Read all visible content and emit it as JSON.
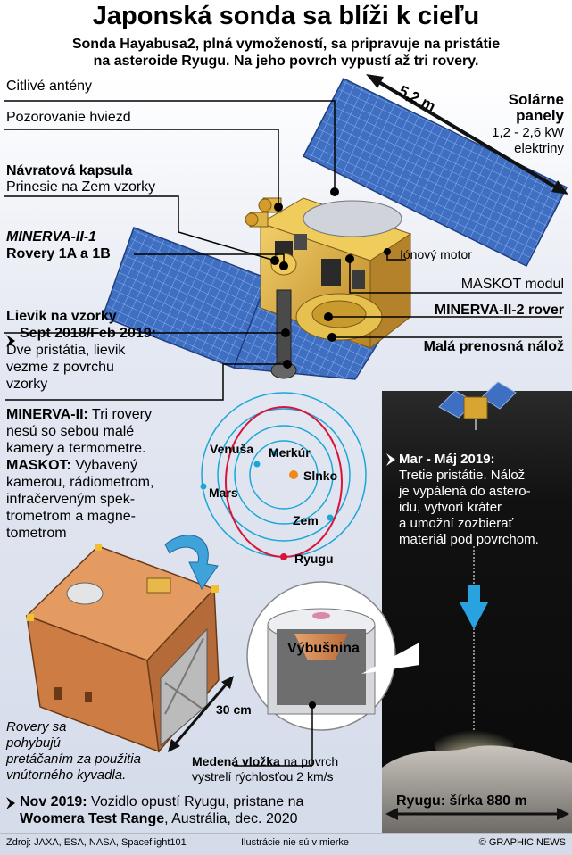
{
  "header": {
    "title": "Japonská sonda sa blíži k cieľu",
    "subtitle_line1": "Sonda Hayabusa2, plná vymožeností, sa pripravuje na pristátie",
    "subtitle_line2": "na asteroide Ryugu. Na jeho povrch vypustí až tri rovery."
  },
  "labels": {
    "antennas": "Citlivé antény",
    "star_tracking": "Pozorovanie hviezd",
    "return_capsule_title": "Návratová kapsula",
    "return_capsule_desc": "Prinesie na Zem vzorky",
    "minerva1_title": "MINERVA-II-1",
    "minerva1_desc": "Rovery 1A a 1B",
    "sampler_title": "Lievik na vzorky",
    "sampler_date": "Sept 2018/Feb 2019:",
    "sampler_line1": "Dve pristátia, lievik",
    "sampler_line2": "vezme z povrchu",
    "sampler_line3": "vzorky",
    "span": "5,2 m",
    "solar_title_line1": "Solárne",
    "solar_title_line2": "panely",
    "solar_power_line1": "1,2 - 2,6 kW",
    "solar_power_line2": "elektriny",
    "ion_engine": "Iónový motor",
    "mascot_module": "MASKOT modul",
    "minerva2_rover": "MINERVA-II-2 rover",
    "small_impactor": "Malá prenosná nálož"
  },
  "info": {
    "minerva_title": "MINERVA-II:",
    "minerva_line1": " Tri rovery",
    "minerva_line2": "nesú so sebou malé",
    "minerva_line3": "kamery a termometre.",
    "mascot_title": "MASKOT:",
    "mascot_line1": " Vybavený",
    "mascot_line2": "kamerou, rádiometrom,",
    "mascot_line3": "infračerveným spek-",
    "mascot_line4": "trometrom a magne-",
    "mascot_line5": "tometrom"
  },
  "orbit": {
    "venus": "Venuša",
    "mercury": "Merkúr",
    "sun": "Slnko",
    "mars": "Mars",
    "earth": "Zem",
    "ryugu": "Ryugu"
  },
  "impact": {
    "date": "Mar - Máj 2019:",
    "line1": "Tretie pristátie. Nálož",
    "line2": "je vypálená do astero-",
    "line3": "idu, vytvorí kráter",
    "line4": "a umožní zozbierať",
    "line5": "materiál pod povrchom.",
    "ryugu_width": "Ryugu: šírka 880 m"
  },
  "mascot_box": {
    "size": "30 cm",
    "caption_line1": "Rovery sa",
    "caption_line2": "pohybujú",
    "caption_line3": "pretáčaním za použitia",
    "caption_line4": "vnútorného kyvadla."
  },
  "charge": {
    "explosive": "Výbušnina",
    "copper_title": "Medená vložka",
    "copper_line1_rest": " na povrch",
    "copper_line2": "vystrelí rýchlosťou 2 km/s"
  },
  "departure": {
    "date": "Nov 2019:",
    "line1_rest": " Vozidlo opustí Ryugu, pristane na",
    "site": "Woomera Test Range",
    "line2_rest": ", Austrália, dec. 2020"
  },
  "footer": {
    "source": "Zdroj: JAXA, ESA, NASA, Spaceflight101",
    "note": "Ilustrácie nie sú v mierke",
    "credit": "© GRAPHIC NEWS"
  },
  "colors": {
    "solar_blue": "#3f6fc2",
    "gold": "#d9a532",
    "orbit_cyan": "#1aa7d8",
    "ryugu_red": "#d8143c",
    "sun_orange": "#f08a14",
    "copper": "#d98a55"
  }
}
